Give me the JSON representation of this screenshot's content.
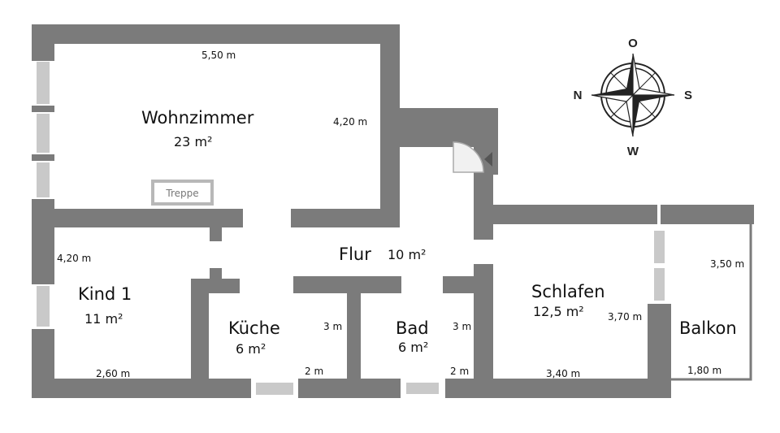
{
  "rooms": {
    "wohnzimmer": {
      "name": "Wohnzimmer",
      "area": "23 m²"
    },
    "flur": {
      "name": "Flur",
      "area": "10 m²"
    },
    "kind1": {
      "name": "Kind 1",
      "area": "11 m²"
    },
    "kueche": {
      "name": "Küche",
      "area": "6 m²"
    },
    "bad": {
      "name": "Bad",
      "area": "6 m²"
    },
    "schlafen": {
      "name": "Schlafen",
      "area": "12,5 m²"
    },
    "balkon": {
      "name": "Balkon"
    }
  },
  "stairs": "Treppe",
  "dimensions": {
    "wohnzimmer_width": "5,50 m",
    "wohnzimmer_depth": "4,20 m",
    "kind1_depth": "4,20 m",
    "kind1_width": "2,60 m",
    "kueche_depth": "3 m",
    "kueche_width": "2 m",
    "bad_depth": "3 m",
    "bad_width": "2 m",
    "schlafen_width": "3,40 m",
    "schlafen_depth": "3,70 m",
    "balkon_depth": "3,50 m",
    "balkon_width": "1,80 m"
  },
  "compass": {
    "north": "N",
    "south": "S",
    "top": "O",
    "bottom": "W"
  }
}
